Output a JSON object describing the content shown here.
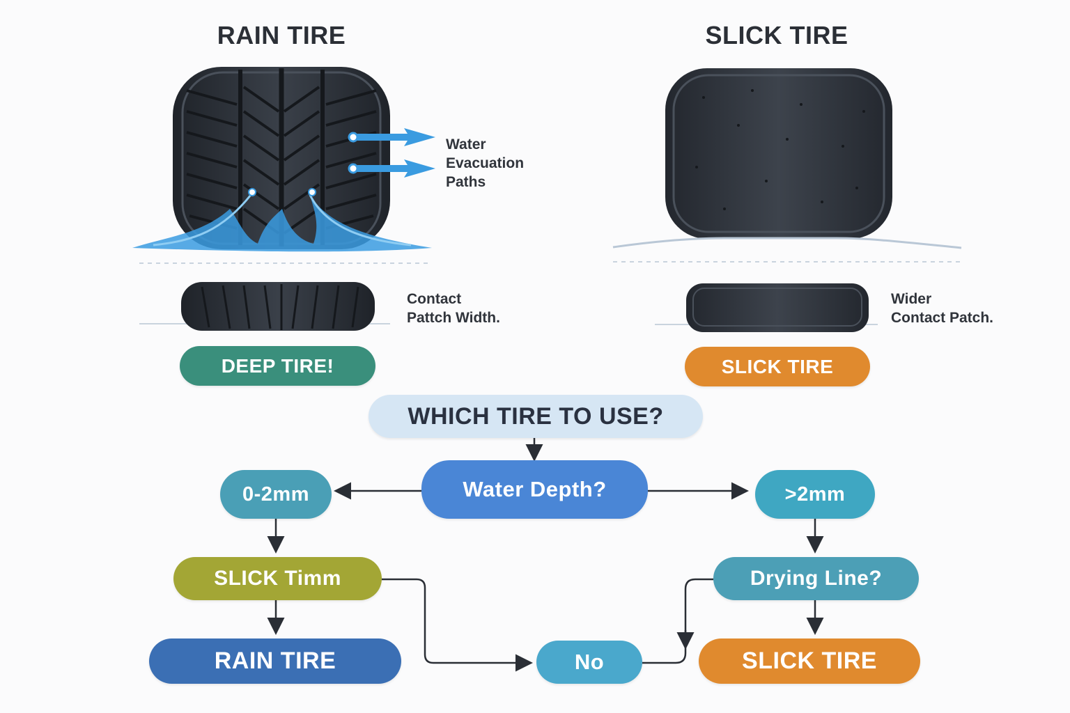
{
  "titles": {
    "rain": "RAIN TIRE",
    "slick": "SLICK TIRE"
  },
  "annotations": {
    "water_paths": "Water\nEvacuation\nPaths",
    "rain_contact": "Contact\nPattch Width.",
    "slick_contact": "Wider\nContact Patch."
  },
  "labels": {
    "rain_badge": "DEEP TIRE!",
    "slick_badge": "SLICK TIRE"
  },
  "flow": {
    "question": "WHICH TIRE TO USE?",
    "water_depth": "Water Depth?",
    "low": "0-2mm",
    "high": ">2mm",
    "slick_timm": "SLICK Timm",
    "drying_line": "Drying Line?",
    "rain_tire": "RAIN TIRE",
    "no": "No",
    "slick_tire": "SLICK TIRE"
  },
  "colors": {
    "teal_badge": "#3a8f7c",
    "orange": "#e08a2e",
    "question_bg": "#d6e6f4",
    "water_depth": "#4a86d6",
    "range_pill": "#4a9fb6",
    "olive": "#a3a635",
    "blue_dark": "#3b6fb4",
    "drying": "#4c9fb6",
    "no": "#4aa8cc",
    "water": "#3a9be0",
    "tire": "#2b3038"
  },
  "icons": [
    "rain-tire-illustration",
    "slick-tire-illustration",
    "water-arrow-icon",
    "water-splash-icon"
  ]
}
